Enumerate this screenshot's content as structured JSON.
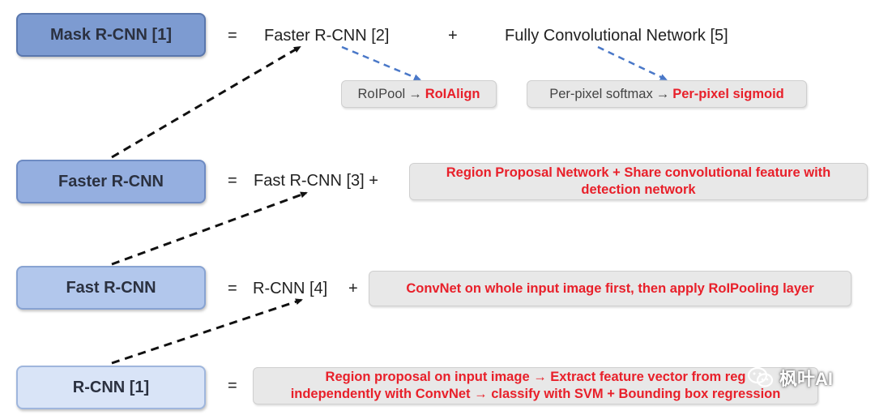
{
  "models": {
    "mask": "Mask R-CNN [1]",
    "faster": "Faster R-CNN",
    "fast": "Fast R-CNN",
    "rcnn": "R-CNN [1]"
  },
  "equals": "=",
  "plus": "+",
  "row_mask": {
    "part1": "Faster R-CNN [2]",
    "part2": "Fully Convolutional Network [5]",
    "note1_from": "RoIPool",
    "note1_arrow": "→",
    "note1_to": "RoIAlign",
    "note2_from": "Per-pixel softmax",
    "note2_arrow": "→",
    "note2_to": "Per-pixel sigmoid"
  },
  "row_faster": {
    "part1": "Fast R-CNN [3] +",
    "note_line1": "Region Proposal Network + Share convolutional feature with",
    "note_line2": "detection network"
  },
  "row_fast": {
    "part1": "R-CNN [4]",
    "note": "ConvNet on whole input image first, then apply RoIPooling layer"
  },
  "row_rcnn": {
    "note_line1": "Region proposal on input image → Extract feature vector from reg",
    "note_line2": "independently  with ConvNet → classify with SVM + Bounding box regression"
  },
  "watermark": {
    "text": "枫叶AI",
    "icon": "wechat-icon"
  },
  "colors": {
    "highlight": "#e8202a",
    "dashed_black": "#111111",
    "dashed_blue": "#4a78c8"
  }
}
